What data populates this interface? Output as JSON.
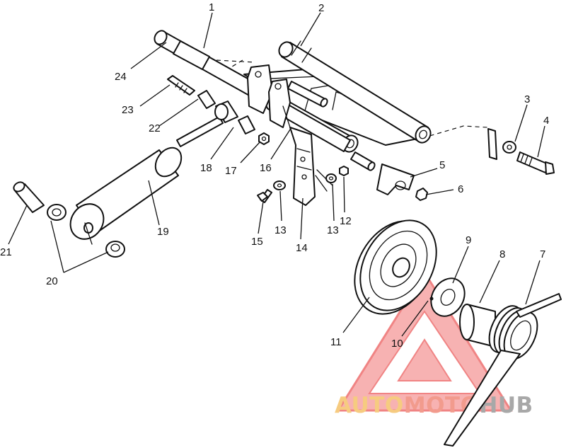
{
  "diagram": {
    "callouts": [
      "1",
      "2",
      "3",
      "4",
      "5",
      "6",
      "7",
      "8",
      "9",
      "10",
      "11",
      "12",
      "13",
      "13",
      "14",
      "15",
      "16",
      "17",
      "18",
      "19",
      "20",
      "21",
      "22",
      "23",
      "24"
    ]
  },
  "watermark": {
    "text_auto": "AUTO",
    "text_moto": "MOTO",
    "text_hub": "HUB",
    "color_auto": "#f5c36b",
    "color_moto": "#f08a7a",
    "color_hub": "#9a9a9a",
    "triangle_color": "#ee6f6f"
  }
}
